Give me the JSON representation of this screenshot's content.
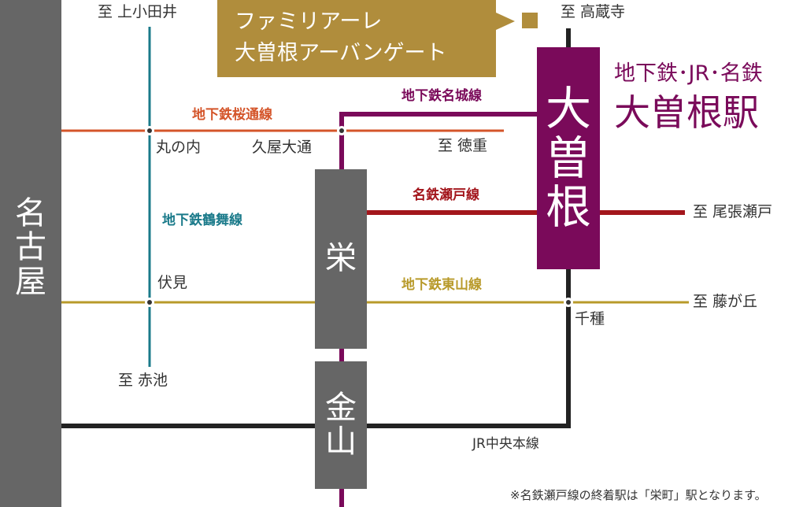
{
  "colors": {
    "sakura_dori": "#d4552a",
    "meijo": "#7a0a5a",
    "meitetsu_seto": "#a3161c",
    "higashiyama": "#b89a2a",
    "tsurumai": "#1a7a8a",
    "jr_chuo": "#222222",
    "station_block": "#666666",
    "ozone_block": "#7a0a5a",
    "property": "#b08d3c"
  },
  "property_callout": {
    "line1": "ファミリアーレ",
    "line2": "大曽根アーバンゲート"
  },
  "station_title": {
    "lines": "地下鉄･JR･名鉄",
    "name": "大曽根駅"
  },
  "stations": {
    "nagoya": [
      "名",
      "古",
      "屋"
    ],
    "sakae": [
      "栄"
    ],
    "kanayama": [
      "金",
      "山"
    ],
    "ozone": [
      "大",
      "曽",
      "根"
    ]
  },
  "minor_stations": {
    "marunouchi": "丸の内",
    "hisaya_odori": "久屋大通",
    "fushimi": "伏見",
    "chikusa": "千種"
  },
  "directions": {
    "kami_otai": "至 上小田井",
    "akaike": "至 赤池",
    "takakuraji": "至 高蔵寺",
    "tokushige": "至 徳重",
    "owari_seto": "至 尾張瀬戸",
    "fujigaoka": "至 藤が丘"
  },
  "line_names": {
    "sakura_dori": "地下鉄桜通線",
    "meijo": "地下鉄名城線",
    "meitetsu_seto": "名鉄瀬戸線",
    "tsurumai": "地下鉄鶴舞線",
    "higashiyama": "地下鉄東山線",
    "jr_chuo": "JR中央本線"
  },
  "footnote": "※名鉄瀬戸線の終着駅は「栄町」駅となります。"
}
